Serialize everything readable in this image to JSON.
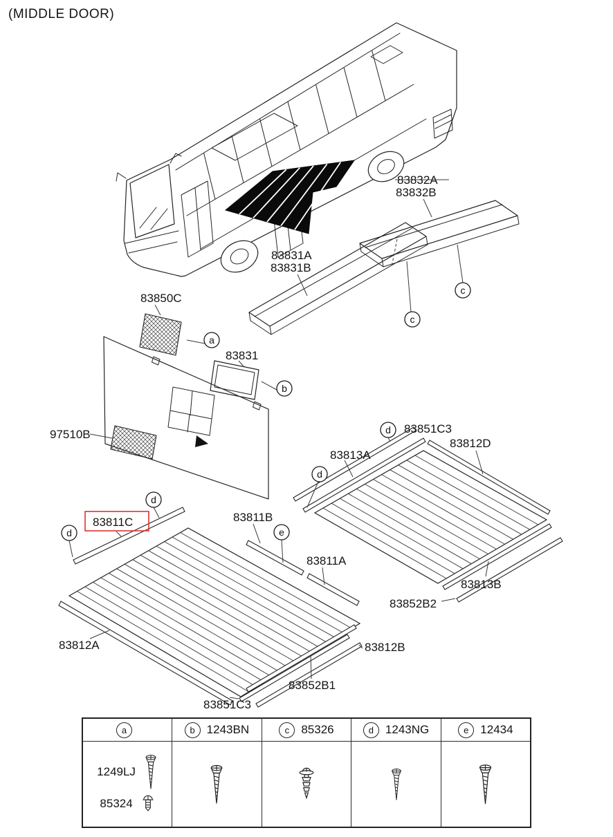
{
  "title": "(MIDDLE DOOR)",
  "accent_color": "#e03131",
  "highlighted_part": "83811C",
  "parts": {
    "p83832A": "83832A",
    "p83832B": "83832B",
    "p83831A": "83831A",
    "p83831B": "83831B",
    "p83850C": "83850C",
    "p83831": "83831",
    "p97510B": "97510B",
    "p83851C3_right": "83851C3",
    "p83813A": "83813A",
    "p83812D": "83812D",
    "p83811C": "83811C",
    "p83811B": "83811B",
    "p83811A": "83811A",
    "p83813B": "83813B",
    "p83852B2": "83852B2",
    "p83812A": "83812A",
    "p83812B": "83812B",
    "p83852B1": "83852B1",
    "p83851C3_bottom": "83851C3"
  },
  "callout_letters": {
    "a": "a",
    "b": "b",
    "c": "c",
    "d": "d",
    "e": "e"
  },
  "legend": {
    "columns": [
      {
        "letter": "a",
        "part": ""
      },
      {
        "letter": "b",
        "part": "1243BN"
      },
      {
        "letter": "c",
        "part": "85326"
      },
      {
        "letter": "d",
        "part": "1243NG"
      },
      {
        "letter": "e",
        "part": "12434"
      }
    ],
    "a_items": [
      {
        "part": "1249LJ",
        "icon": "screw-icon"
      },
      {
        "part": "85324",
        "icon": "bolt-icon"
      }
    ]
  }
}
